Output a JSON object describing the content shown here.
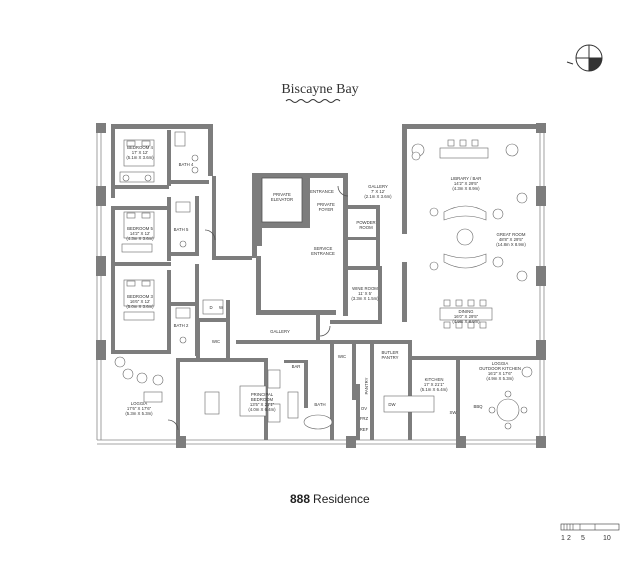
{
  "header": {
    "title": "Biscayne Bay"
  },
  "footer": {
    "residence_number": "888",
    "residence_word": "Residence",
    "scale_ticks": [
      "1",
      "2",
      "5",
      "10"
    ]
  },
  "rooms": {
    "bedroom4": {
      "name": "BEDROOM 4",
      "dims": "17' X 12'",
      "metric": "(5.1m X 3.6m)"
    },
    "bath4": {
      "name": "BATH 4"
    },
    "bedroom5": {
      "name": "BEDROOM 5",
      "dims": "14'2\" X 12'",
      "metric": "(4.3m X 3.6m)"
    },
    "bath5": {
      "name": "BATH 5"
    },
    "bedroom3": {
      "name": "BEDROOM 3",
      "dims": "16'6\" X 12'",
      "metric": "(5.0m X 3.6m)"
    },
    "bath2": {
      "name": "BATH 2"
    },
    "loggia_left": {
      "name": "LOGGIA",
      "dims": "17'6\" X 17'6\"",
      "metric": "(5.3m X 5.3m)"
    },
    "principal_bedroom": {
      "name": "PRINCIPAL",
      "name2": "BEDROOM",
      "dims": "13'5\" X 21'1\"",
      "metric": "(4.0m X 6.4m)"
    },
    "bath_principal": {
      "name": "BATH"
    },
    "bar": {
      "name": "BAR"
    },
    "wic_left": {
      "name": "WIC"
    },
    "wic_right": {
      "name": "WIC"
    },
    "dw": {
      "d": "D",
      "w": "W"
    },
    "gallery_lower": {
      "name": "GALLERY"
    },
    "private_elevator": {
      "name": "PRIVATE",
      "name2": "ELEVATOR"
    },
    "entrance": {
      "name": "ENTRANCE"
    },
    "private_foyer": {
      "name": "PRIVATE",
      "name2": "FOYER"
    },
    "gallery_upper": {
      "name": "GALLERY",
      "dims": "7' X 12'",
      "metric": "(2.1m X 3.6m)"
    },
    "powder_room": {
      "name": "POWDER",
      "name2": "ROOM"
    },
    "service_entrance": {
      "name": "SERVICE",
      "name2": "ENTRANCE"
    },
    "wine_room": {
      "name": "WINE ROOM",
      "dims": "11' X 5'",
      "metric": "(3.3m X 1.5m)"
    },
    "library_bar": {
      "name": "LIBRARY / BAR",
      "dims": "14'2\" X 29'5\"",
      "metric": "(4.3m X 8.9m)"
    },
    "great_room": {
      "name": "GREAT ROOM",
      "dims": "48'8\" X 29'5\"",
      "metric": "(14.8m X 8.9m)"
    },
    "dining": {
      "name": "DINING",
      "dims": "16'0\" X 29'5\"",
      "metric": "(4.9m X 8.9m)"
    },
    "butler_pantry": {
      "name": "BUTLER",
      "name2": "PANTRY"
    },
    "pantry": {
      "name": "PANTRY"
    },
    "kitchen": {
      "name": "KITCHEN",
      "dims": "17' X 21'1\"",
      "metric": "(5.1m X 6.4m)"
    },
    "loggia_outdoor": {
      "name": "LOGGIA",
      "name2": "OUTDOOR KITCHEN",
      "dims": "16'2\" X 17'6\"",
      "metric": "(4.9m X 5.3m)"
    },
    "appliances": {
      "ov": "OV",
      "frz": "FRZ",
      "ref": "REF",
      "dw": "DW",
      "sw": "SW",
      "bbq": "BBQ"
    }
  }
}
